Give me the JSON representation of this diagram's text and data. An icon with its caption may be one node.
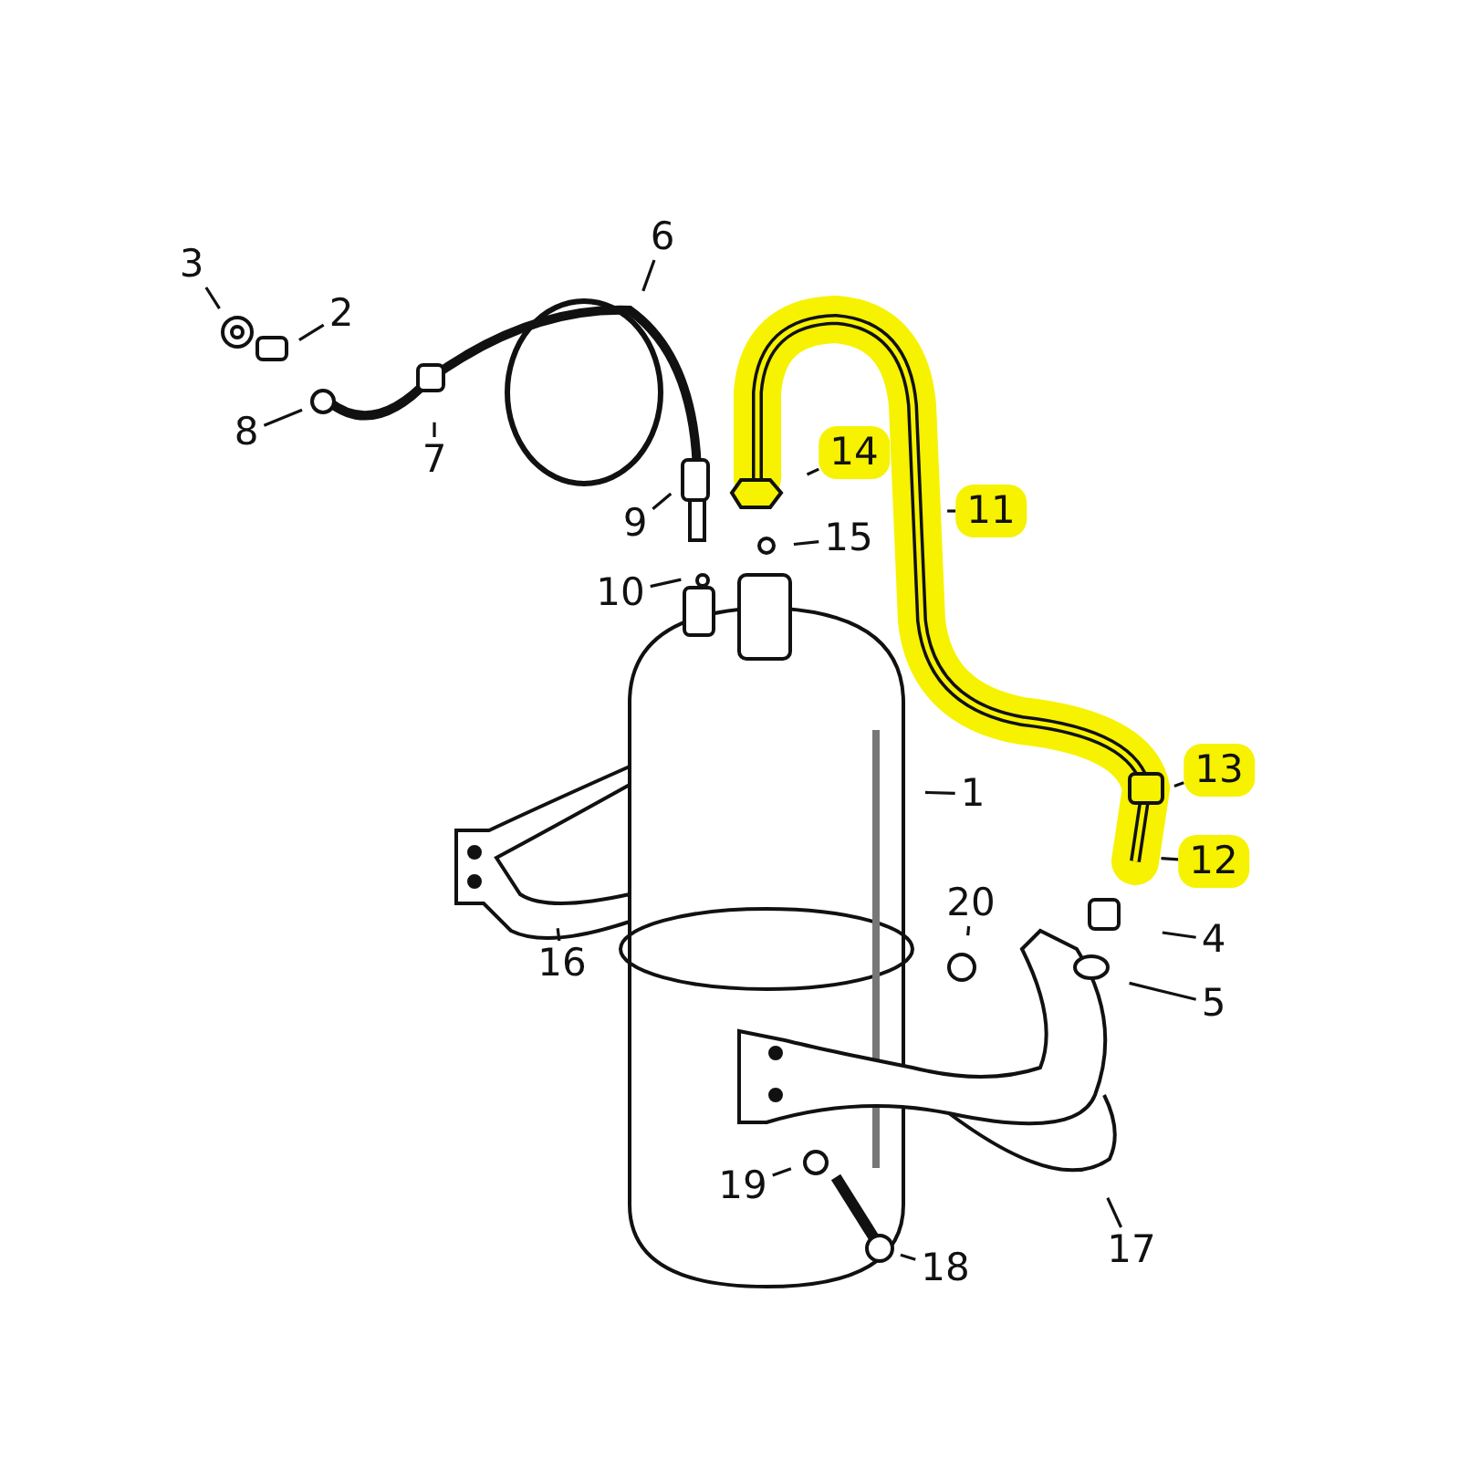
{
  "diagram": {
    "nodes": [
      {
        "text": [
          "3"
        ]
      },
      {
        "text": [
          "6"
        ]
      },
      {
        "text": [
          "2"
        ]
      },
      {
        "text": [
          "8"
        ]
      },
      {
        "text": [
          "7"
        ]
      },
      {
        "text": [
          "14"
        ]
      },
      {
        "text": [
          "11"
        ]
      },
      {
        "text": [
          "9"
        ]
      },
      {
        "text": [
          "15"
        ]
      },
      {
        "text": [
          "10"
        ]
      },
      {
        "text": [
          "13"
        ]
      },
      {
        "text": [
          "1"
        ]
      },
      {
        "text": [
          "12"
        ]
      },
      {
        "text": [
          "20"
        ]
      },
      {
        "text": [
          "4"
        ]
      },
      {
        "text": [
          "16"
        ]
      },
      {
        "text": [
          "5"
        ]
      },
      {
        "text": [
          "19"
        ]
      },
      {
        "text": [
          "17"
        ]
      },
      {
        "text": [
          "18"
        ]
      }
    ],
    "edges": [
      {
        "from": 0,
        "to": null,
        "arrow": "none"
      },
      {
        "from": 1,
        "to": null,
        "arrow": "none"
      },
      {
        "from": 2,
        "to": null,
        "arrow": "none"
      },
      {
        "from": 3,
        "to": null,
        "arrow": "none"
      },
      {
        "from": 4,
        "to": null,
        "arrow": "none"
      },
      {
        "from": 5,
        "to": null,
        "arrow": "none"
      },
      {
        "from": 6,
        "to": null,
        "arrow": "none"
      },
      {
        "from": 7,
        "to": null,
        "arrow": "none"
      },
      {
        "from": 8,
        "to": null,
        "arrow": "none"
      },
      {
        "from": 9,
        "to": null,
        "arrow": "none"
      },
      {
        "from": 10,
        "to": null,
        "arrow": "none"
      },
      {
        "from": 11,
        "to": null,
        "arrow": "none"
      },
      {
        "from": 12,
        "to": null,
        "arrow": "none"
      },
      {
        "from": 13,
        "to": null,
        "arrow": "none"
      },
      {
        "from": 14,
        "to": null,
        "arrow": "none"
      },
      {
        "from": 15,
        "to": null,
        "arrow": "none"
      },
      {
        "from": 16,
        "to": null,
        "arrow": "none"
      },
      {
        "from": 17,
        "to": null,
        "arrow": "none"
      },
      {
        "from": 18,
        "to": null,
        "arrow": "none"
      },
      {
        "from": 19,
        "to": null,
        "arrow": "none"
      }
    ]
  }
}
